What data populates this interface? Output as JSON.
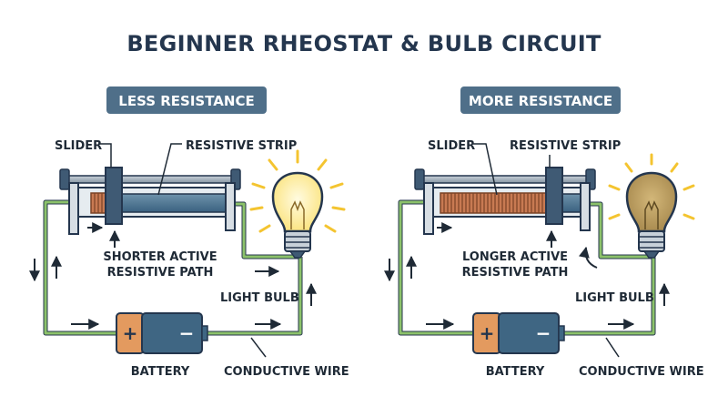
{
  "title": "BEGINNER RHEOSTAT & BULB CIRCUIT",
  "colors": {
    "navy": "#24364e",
    "badge": "#4f6f89",
    "wire": "#8cc26a",
    "battery_pos": "#e39a5f",
    "battery_body": "#3f6683",
    "coil": "#c87a52",
    "bulb_bright": "#fde98a",
    "bulb_dim": "#b79a5c",
    "rays": "#f4c430"
  },
  "left_panel": {
    "badge": "LESS RESISTANCE",
    "labels": {
      "slider": "SLIDER",
      "strip": "RESISTIVE STRIP",
      "path_line1": "SHORTER ACTIVE",
      "path_line2": "RESISTIVE PATH",
      "bulb": "LIGHT BULB",
      "battery": "BATTERY",
      "wire": "CONDUCTIVE WIRE"
    },
    "battery": {
      "plus": "+",
      "minus": "−"
    },
    "bulb_state": "bright"
  },
  "right_panel": {
    "badge": "MORE RESISTANCE",
    "labels": {
      "slider": "SLIDER",
      "strip": "RESISTIVE STRIP",
      "path_line1": "LONGER ACTIVE",
      "path_line2": "RESISTIVE PATH",
      "bulb": "LIGHT BULB",
      "battery": "BATTERY",
      "wire": "CONDUCTIVE WIRE"
    },
    "battery": {
      "plus": "+",
      "minus": "−"
    },
    "bulb_state": "dim"
  }
}
